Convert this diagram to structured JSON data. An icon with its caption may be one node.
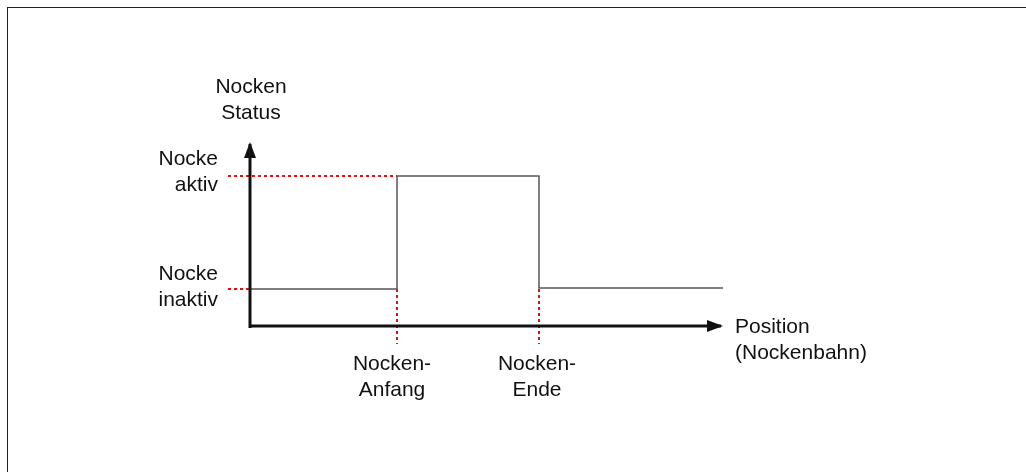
{
  "diagram": {
    "labels": [
      "Nocken Status",
      "Nocke aktiv",
      "Nocke inaktiv",
      "Position (Nockenbahn)",
      "Nocken-Anfang",
      "Nocken-Ende"
    ]
  }
}
